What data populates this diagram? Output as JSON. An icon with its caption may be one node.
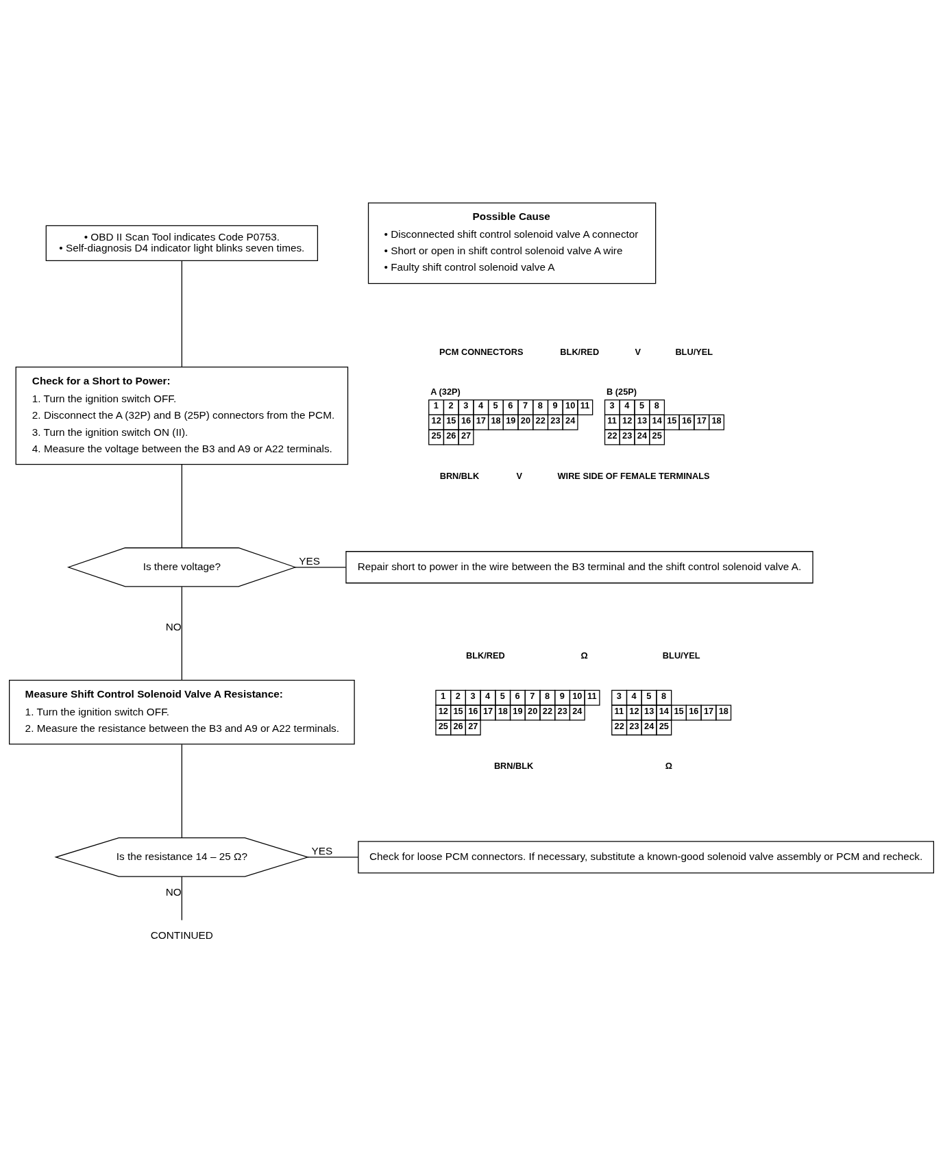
{
  "diagram": {
    "nodes": [
      {
        "text": [
          "• OBD II Scan Tool indicates Code P0753.",
          "• Self-diagnosis D4 indicator light blinks seven times."
        ]
      },
      {
        "text": [
          "Possible Cause",
          "• Disconnected shift control solenoid valve A connector",
          "• Short or open in shift control solenoid valve A wire",
          "• Faulty shift control solenoid valve A"
        ]
      },
      {
        "text": [
          "Check for a Short to Power:",
          "1. Turn the ignition switch OFF.",
          "2. Disconnect the A (32P) and B (25P) connectors from the PCM.",
          "3. Turn the ignition switch ON (II).",
          "4. Measure the voltage between the B3 and A9 or A22 terminals."
        ]
      },
      {
        "text": [
          "Is there voltage?"
        ]
      },
      {
        "text": [
          "Repair short to power in the wire between the B3 terminal and the shift control solenoid valve A."
        ]
      },
      {
        "text": [
          "Measure Shift Control Solenoid Valve A Resistance:",
          "1. Turn the ignition switch OFF.",
          "2. Measure the resistance between the B3 and A9 or A22 terminals."
        ]
      },
      {
        "text": [
          "Is the resistance 14 – 25 Ω?"
        ]
      },
      {
        "text": [
          "Check for loose PCM connectors. If necessary, substitute a known-good solenoid valve assembly or PCM and recheck."
        ]
      },
      {
        "text": [
          "CONTINUED"
        ]
      }
    ],
    "edges": [
      {
        "from": 0,
        "to": 2,
        "arrow": "none"
      },
      {
        "from": 2,
        "to": 3,
        "arrow": "none"
      },
      {
        "from": 3,
        "to": 4,
        "arrow": "none",
        "label": "YES"
      },
      {
        "from": 3,
        "to": 5,
        "arrow": "none",
        "label": "NO"
      },
      {
        "from": 5,
        "to": 6,
        "arrow": "none"
      },
      {
        "from": 6,
        "to": 7,
        "arrow": "none",
        "label": "YES"
      },
      {
        "from": 6,
        "to": 8,
        "arrow": "none",
        "label": "NO"
      }
    ],
    "labels": [
      "PCM CONNECTORS",
      "BLK/RED",
      "V",
      "BLU/YEL",
      "A (32P)",
      "B (25P)",
      "1",
      "2",
      "3",
      "4",
      "5",
      "6",
      "7",
      "8",
      "9",
      "10",
      "11",
      "12",
      "15",
      "16",
      "17",
      "18",
      "19",
      "20",
      "22",
      "23",
      "24",
      "25",
      "26",
      "27",
      "3",
      "4",
      "5",
      "8",
      "11",
      "12",
      "13",
      "14",
      "15",
      "16",
      "17",
      "18",
      "22",
      "23",
      "24",
      "25",
      "BRN/BLK",
      "V",
      "WIRE SIDE OF FEMALE TERMINALS",
      "BLK/RED",
      "Ω",
      "BLU/YEL",
      "1",
      "2",
      "3",
      "4",
      "5",
      "6",
      "7",
      "8",
      "9",
      "10",
      "11",
      "12",
      "15",
      "16",
      "17",
      "18",
      "19",
      "20",
      "22",
      "23",
      "24",
      "25",
      "26",
      "27",
      "3",
      "4",
      "5",
      "8",
      "11",
      "12",
      "13",
      "14",
      "15",
      "16",
      "17",
      "18",
      "22",
      "23",
      "24",
      "25",
      "BRN/BLK",
      "Ω"
    ]
  }
}
